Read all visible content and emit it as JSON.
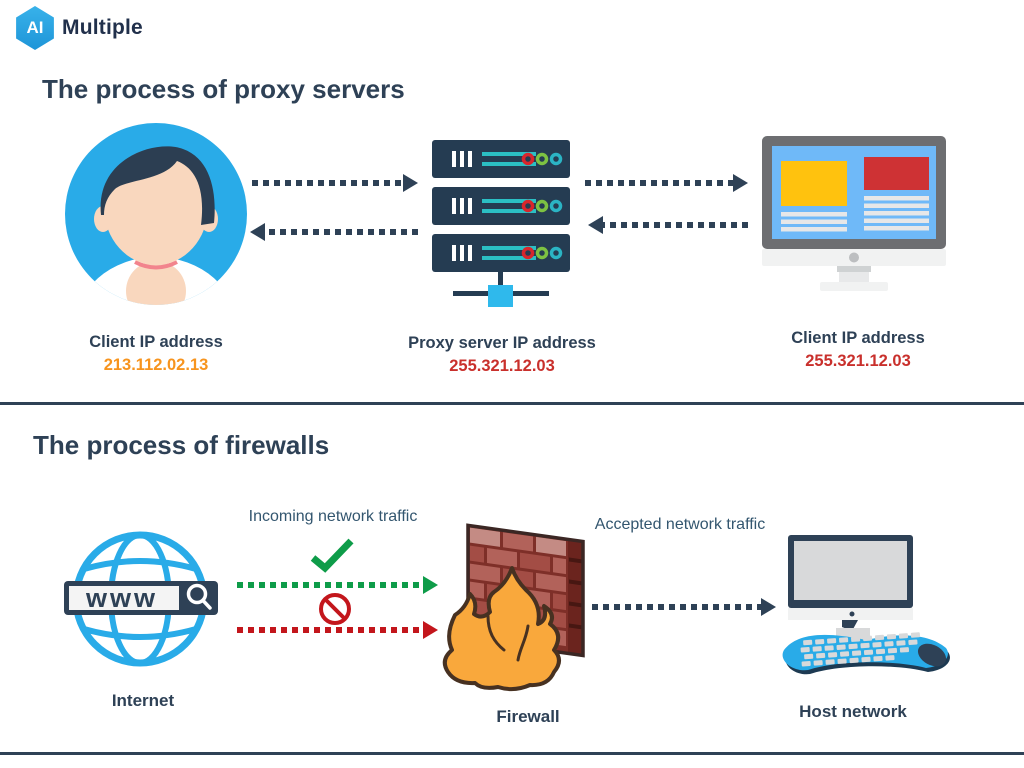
{
  "logo": {
    "hex_label": "AI",
    "brand": "Multiple"
  },
  "colors": {
    "navy": "#2E4156",
    "slate": "#33566F",
    "blue": "#29ABE8",
    "teal": "#2BBFC4",
    "orange": "#F7941E",
    "red": "#C9302C",
    "green": "#0E9C49",
    "arrow-red": "#C3161C"
  },
  "proxy_section": {
    "title": "The process of proxy servers",
    "nodes": {
      "client": {
        "label": "Client IP address",
        "ip": "213.112.02.13"
      },
      "proxy": {
        "label": "Proxy server IP address",
        "ip": "255.321.12.03"
      },
      "destination": {
        "label": "Client IP address",
        "ip": "255.321.12.03"
      }
    },
    "icons": {
      "client": "client-avatar-icon",
      "proxy": "proxy-server-icon",
      "destination": "desktop-monitor-icon"
    }
  },
  "firewall_section": {
    "title": "The process of firewalls",
    "flows": {
      "incoming": "Incoming network traffic",
      "accepted": "Accepted  network traffic"
    },
    "nodes": {
      "internet": {
        "label": "Internet",
        "www": "www"
      },
      "firewall": {
        "label": "Firewall"
      },
      "host": {
        "label": "Host network"
      }
    },
    "icons": {
      "internet": "globe-www-icon",
      "allowed": "check-icon",
      "blocked": "no-entry-icon",
      "firewall": "firewall-brick-flame-icon",
      "host": "host-computer-icon"
    }
  }
}
